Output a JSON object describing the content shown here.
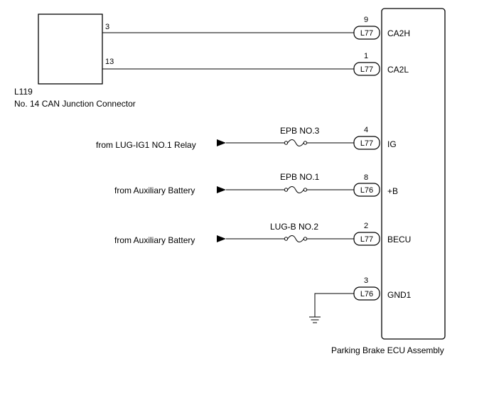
{
  "junction": {
    "code": "L119",
    "name": "No. 14 CAN Junction Connector",
    "pins": [
      "3",
      "13"
    ]
  },
  "ecu": {
    "name": "Parking Brake ECU Assembly"
  },
  "terminals": [
    {
      "pin": "9",
      "connector": "L77",
      "signal": "CA2H"
    },
    {
      "pin": "1",
      "connector": "L77",
      "signal": "CA2L"
    },
    {
      "pin": "4",
      "connector": "L77",
      "signal": "IG"
    },
    {
      "pin": "8",
      "connector": "L76",
      "signal": "+B"
    },
    {
      "pin": "2",
      "connector": "L77",
      "signal": "BECU"
    },
    {
      "pin": "3",
      "connector": "L76",
      "signal": "GND1"
    }
  ],
  "sources": [
    {
      "from": "from LUG-IG1 NO.1 Relay",
      "fuse": "EPB NO.3"
    },
    {
      "from": "from Auxiliary Battery",
      "fuse": "EPB NO.1"
    },
    {
      "from": "from Auxiliary Battery",
      "fuse": "LUG-B NO.2"
    }
  ],
  "icons": {
    "arrow": "arrow-right-icon",
    "fuse": "fuse-icon",
    "ground": "ground-icon"
  }
}
